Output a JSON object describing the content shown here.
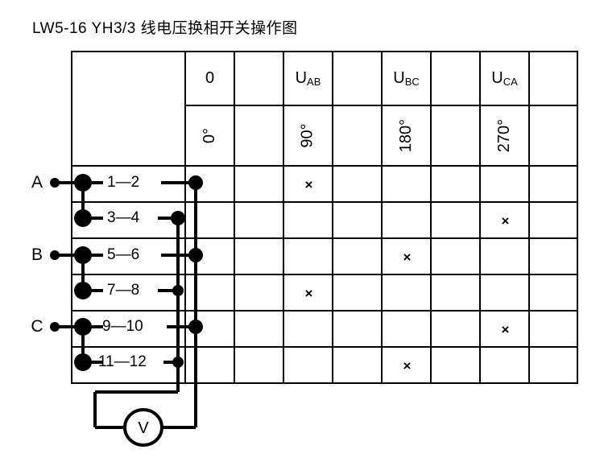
{
  "title": "LW5-16 YH3/3 线电压换相开关操作图",
  "table": {
    "header_row1": [
      "0",
      "",
      "Uₐ₆",
      "",
      "Uʙᴄ",
      "",
      "Uᴄₐ",
      ""
    ],
    "header_row1_cells": [
      {
        "main": "0",
        "sub": ""
      },
      {
        "main": "",
        "sub": ""
      },
      {
        "main": "U",
        "sub": "AB"
      },
      {
        "main": "",
        "sub": ""
      },
      {
        "main": "U",
        "sub": "BC"
      },
      {
        "main": "",
        "sub": ""
      },
      {
        "main": "U",
        "sub": "CA"
      },
      {
        "main": "",
        "sub": ""
      }
    ],
    "header_row2_angles": [
      "0°",
      "",
      "90°",
      "",
      "180°",
      "",
      "270°",
      ""
    ],
    "mark_glyph": "×",
    "rows": [
      {
        "contacts": "1—2",
        "phase": "A",
        "marks": [
          false,
          false,
          true,
          false,
          false,
          false,
          false,
          false
        ]
      },
      {
        "contacts": "3—4",
        "phase": "",
        "marks": [
          false,
          false,
          false,
          false,
          false,
          false,
          true,
          false
        ]
      },
      {
        "contacts": "5—6",
        "phase": "B",
        "marks": [
          false,
          false,
          false,
          false,
          true,
          false,
          false,
          false
        ]
      },
      {
        "contacts": "7—8",
        "phase": "",
        "marks": [
          false,
          false,
          true,
          false,
          false,
          false,
          false,
          false
        ]
      },
      {
        "contacts": "9—10",
        "phase": "C",
        "marks": [
          false,
          false,
          false,
          false,
          false,
          false,
          true,
          false
        ]
      },
      {
        "contacts": "11—12",
        "phase": "",
        "marks": [
          false,
          false,
          false,
          false,
          true,
          false,
          false,
          false
        ]
      }
    ]
  },
  "circuit": {
    "phase_labels": [
      "A",
      "B",
      "C"
    ],
    "contact_labels": [
      "1—2",
      "3—4",
      "5—6",
      "7—8",
      "9—10",
      "11—12"
    ],
    "meter_label": "V"
  },
  "colors": {
    "line": "#000000",
    "background": "#ffffff"
  }
}
